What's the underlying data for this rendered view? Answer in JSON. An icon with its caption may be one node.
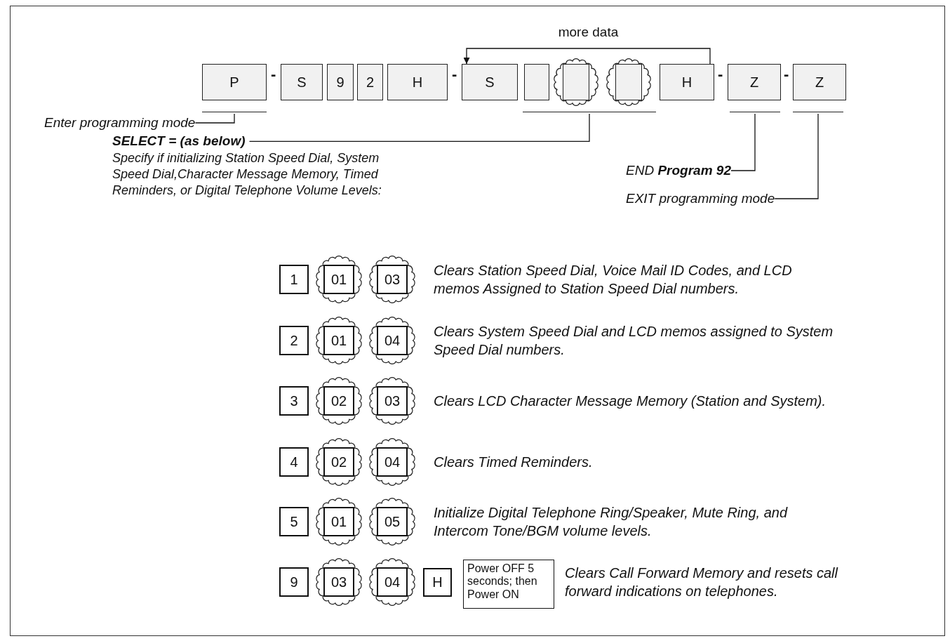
{
  "diagram": {
    "nodes": [
      {
        "text": [
          "P"
        ]
      },
      {
        "text": [
          "S"
        ]
      },
      {
        "text": [
          "9"
        ]
      },
      {
        "text": [
          "2"
        ]
      },
      {
        "text": [
          "H"
        ]
      },
      {
        "text": [
          "S"
        ]
      },
      {
        "text": [],
        "shape": "box"
      },
      {
        "text": [],
        "shape": "box"
      },
      {
        "text": [],
        "shape": "box"
      },
      {
        "text": [
          "H"
        ]
      },
      {
        "text": [
          "Z"
        ]
      },
      {
        "text": [
          "Z"
        ]
      },
      {
        "text": [],
        "shape": "bar"
      },
      {
        "text": [],
        "shape": "bar"
      },
      {
        "text": [],
        "shape": "bar"
      },
      {
        "text": [],
        "shape": "bar"
      },
      {
        "text": [
          "Enter programming mode"
        ]
      },
      {
        "text": [
          "SELECT = (as below)",
          "Specify if initializing Station Speed Dial, System Speed Dial,Character Message Memory, Timed Reminders, or Digital Telephone Volume Levels:"
        ]
      },
      {
        "text": [
          "END **Program 92**"
        ]
      },
      {
        "text": [
          "EXIT programming mode"
        ]
      },
      {
        "text": [
          "1"
        ]
      },
      {
        "text": [
          "01"
        ]
      },
      {
        "text": [
          "03"
        ]
      },
      {
        "text": [
          "2"
        ]
      },
      {
        "text": [
          "01"
        ]
      },
      {
        "text": [
          "04"
        ]
      },
      {
        "text": [
          "3"
        ]
      },
      {
        "text": [
          "02"
        ]
      },
      {
        "text": [
          "03"
        ]
      },
      {
        "text": [
          "4"
        ]
      },
      {
        "text": [
          "02"
        ]
      },
      {
        "text": [
          "04"
        ]
      },
      {
        "text": [
          "5"
        ]
      },
      {
        "text": [
          "01"
        ]
      },
      {
        "text": [
          "05"
        ]
      },
      {
        "text": [
          "9"
        ]
      },
      {
        "text": [
          "03"
        ]
      },
      {
        "text": [
          "04"
        ]
      },
      {
        "text": [
          "H"
        ]
      },
      {
        "text": [
          "Power OFF 5 seconds; then Power ON"
        ]
      }
    ],
    "edges": [
      {
        "from": 9,
        "to": 5,
        "arrow": "to",
        "label": "more data"
      },
      {
        "from": 16,
        "to": 12,
        "arrow": "none"
      },
      {
        "from": 17,
        "to": 13,
        "arrow": "none"
      },
      {
        "from": 18,
        "to": 14,
        "arrow": "none"
      },
      {
        "from": 19,
        "to": 15,
        "arrow": "none"
      }
    ],
    "labels": [
      "-",
      "-",
      "-",
      "-",
      "Clears Station Speed Dial, Voice Mail ID Codes, and LCD memos Assigned to Station Speed Dial numbers.",
      "Clears System Speed Dial and LCD memos assigned to System Speed Dial numbers.",
      "Clears LCD Character Message Memory (Station and System).",
      "Clears Timed Reminders.",
      "Initialize Digital Telephone Ring/Speaker, Mute Ring, and Intercom Tone/BGM volume levels.",
      "Clears Call Forward Memory and resets call forward indications on telephones."
    ]
  }
}
